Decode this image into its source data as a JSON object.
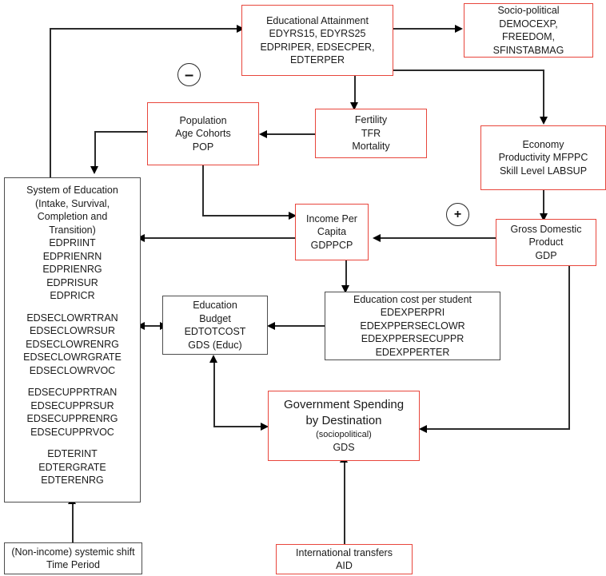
{
  "diagram": {
    "title": "Education model causal flow diagram",
    "colors": {
      "red_border": "#e8463c",
      "black_border": "#4d4d4d",
      "line": "#2b2b2b",
      "text": "#1a1a1a"
    },
    "nodes": [
      {
        "id": "educational-attainment",
        "border": "red",
        "lines": [
          "Educational Attainment",
          "EDYRS15, EDYRS25",
          "EDPRIPER, EDSECPER,",
          "EDTERPER"
        ]
      },
      {
        "id": "socio-political",
        "border": "red",
        "lines": [
          "Socio-political",
          "DEMOCEXP,",
          "FREEDOM,",
          "SFINSTABMAG"
        ]
      },
      {
        "id": "population",
        "border": "red",
        "lines": [
          "Population",
          "Age Cohorts",
          "POP"
        ]
      },
      {
        "id": "fertility",
        "border": "red",
        "lines": [
          "Fertility",
          "TFR",
          "Mortality"
        ]
      },
      {
        "id": "economy",
        "border": "red",
        "lines": [
          "Economy",
          "Productivity MFPPC",
          "Skill Level LABSUP"
        ]
      },
      {
        "id": "system-of-education",
        "border": "black",
        "lines": [
          "System of Education",
          "(Intake, Survival,",
          "Completion and",
          "Transition)",
          "EDPRIINT",
          "EDPRIENRN",
          "EDPRIENRG",
          "EDPRISUR",
          "EDPRICR",
          "",
          "EDSECLOWRTRAN",
          "EDSECLOWRSUR",
          "EDSECLOWRENRG",
          "EDSECLOWRGRATE",
          "EDSECLOWRVOC",
          "",
          "EDSECUPPRTRAN",
          "EDSECUPPRSUR",
          "EDSECUPPRENRG",
          "EDSECUPPRVOC",
          "",
          "EDTERINT",
          "EDTERGRATE",
          "EDTERENRG"
        ]
      },
      {
        "id": "income-per-capita",
        "border": "red",
        "lines": [
          "Income Per",
          "Capita",
          "GDPPCP"
        ]
      },
      {
        "id": "gross-domestic-product",
        "border": "red",
        "lines": [
          "Gross Domestic",
          "Product",
          "GDP"
        ]
      },
      {
        "id": "education-budget",
        "border": "black",
        "lines": [
          "Education",
          "Budget",
          "EDTOTCOST",
          "GDS (Educ)"
        ]
      },
      {
        "id": "education-cost-per-student",
        "border": "black",
        "lines": [
          "Education cost per student",
          "EDEXPERPRI",
          "EDEXPPERSECLOWR",
          "EDEXPPERSECUPPR",
          "EDEXPPERTER"
        ]
      },
      {
        "id": "government-spending",
        "border": "red",
        "lines": [
          "Government Spending",
          "by Destination",
          "(sociopolitical)",
          "GDS"
        ]
      },
      {
        "id": "systemic-shift",
        "border": "black",
        "lines": [
          "(Non-income) systemic shift",
          "Time Period"
        ]
      },
      {
        "id": "international-transfers",
        "border": "red",
        "lines": [
          "International transfers",
          "AID"
        ]
      }
    ],
    "signs": [
      {
        "id": "negative-feedback-sign",
        "label": "–"
      },
      {
        "id": "positive-feedback-sign",
        "label": "+"
      }
    ]
  }
}
